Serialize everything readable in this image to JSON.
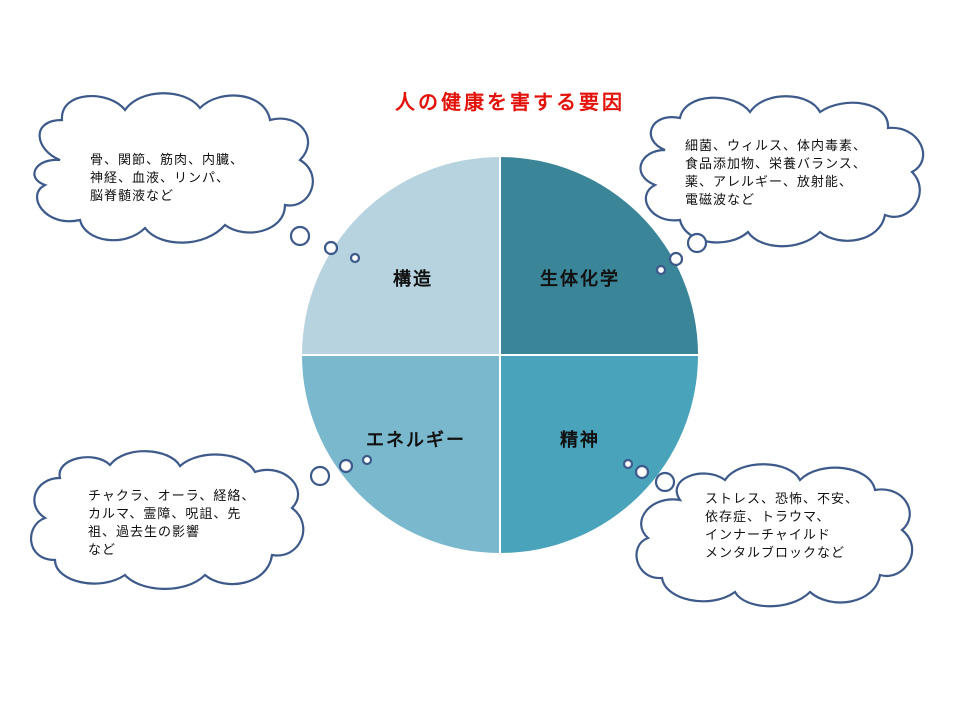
{
  "title": "人の健康を害する要因",
  "quadrants": {
    "structure": {
      "label": "構造",
      "color": "#b6d3df"
    },
    "biochemistry": {
      "label": "生体化学",
      "color": "#3a8598"
    },
    "energy": {
      "label": "エネルギー",
      "color": "#7ab8cd"
    },
    "mind": {
      "label": "精神",
      "color": "#48a3bb"
    }
  },
  "clouds": {
    "structure": {
      "lines": [
        "骨、関節、筋肉、内臓、",
        "神経、血液、リンパ、",
        "脳脊髄液など"
      ]
    },
    "biochemistry": {
      "lines": [
        "細菌、ウィルス、体内毒素、",
        "食品添加物、栄養バランス、",
        "薬、アレルギー、放射能、",
        "電磁波など"
      ]
    },
    "energy": {
      "lines": [
        "チャクラ、オーラ、経絡、",
        "カルマ、霊障、呪詛、先",
        "祖、過去生の影響",
        "など"
      ]
    },
    "mind": {
      "lines": [
        "ストレス、恐怖、不安、",
        "依存症、トラウマ、",
        "インナーチャイルド",
        "メンタルブロックなど"
      ]
    }
  },
  "colors": {
    "title": "#e3120b",
    "cloud_outline": "#3d5a8a",
    "divider": "#ffffff"
  }
}
